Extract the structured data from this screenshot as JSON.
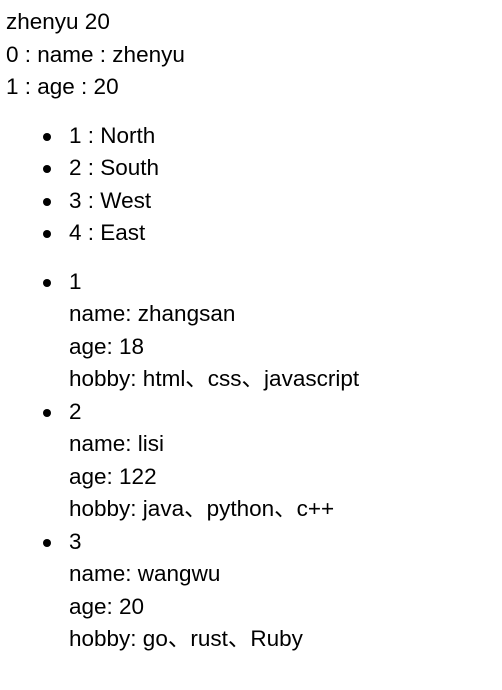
{
  "header_line": "zhenyu 20",
  "entries": [
    "0 : name : zhenyu",
    "1 : age : 20"
  ],
  "directions": [
    "1 : North",
    "2 : South",
    "3 : West",
    "4 : East"
  ],
  "people": [
    {
      "index": "1",
      "name": "name: zhangsan",
      "age": "age: 18",
      "hobby": "hobby: html、css、javascript"
    },
    {
      "index": "2",
      "name": "name: lisi",
      "age": "age: 122",
      "hobby": "hobby: java、python、c++"
    },
    {
      "index": "3",
      "name": "name: wangwu",
      "age": "age: 20",
      "hobby": "hobby: go、rust、Ruby"
    }
  ]
}
